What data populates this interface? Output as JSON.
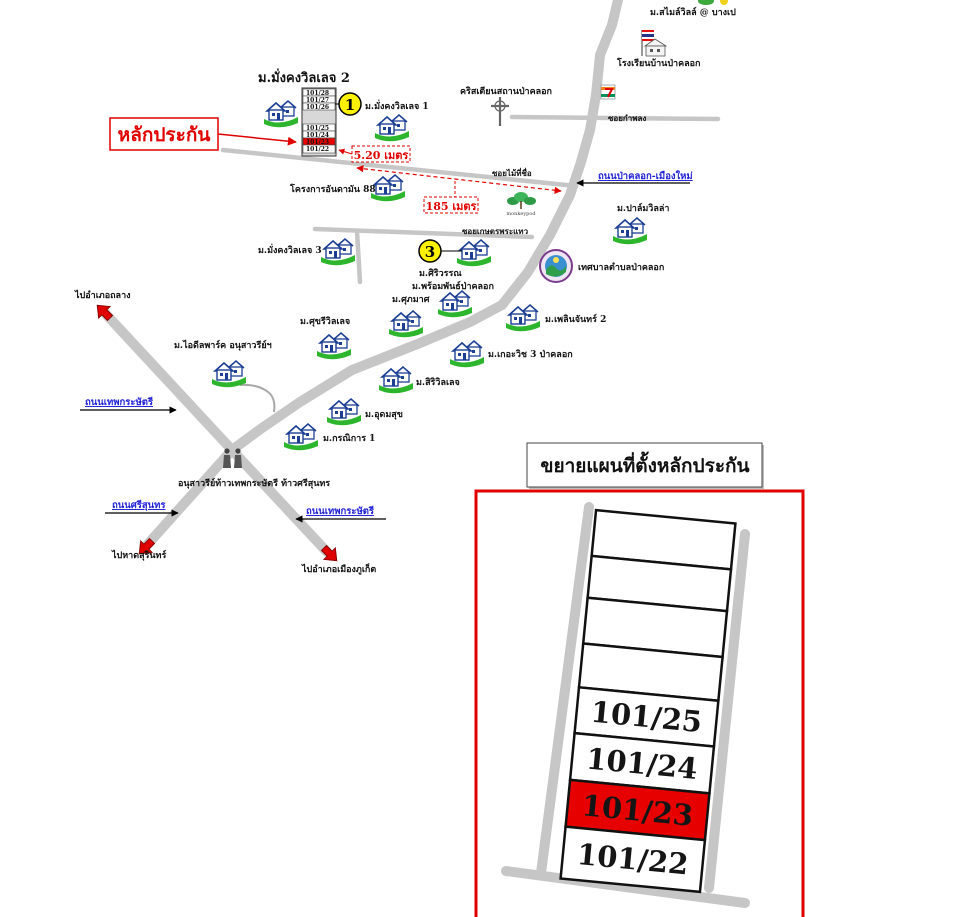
{
  "places": {
    "smile_ville": "ม.สไมล์วิลล์ @ บางเป",
    "school": "โรงเรียนบ้านป่าคลอก",
    "church": "คริสเตียนสถานป่าคลอก",
    "mungkong_2": "ม.มั่งคงวิลเลจ 2",
    "mungkong_1": "ม.มั่งคงวิลเลจ 1",
    "andaman_88": "โครงการอันดามัน 88",
    "palm_villa": "ม.ปาล์มวิลล่า",
    "mungkong_3": "ม.มั่งคงวิลเลจ 3",
    "siriwan": "ม.ศิริวรรณ",
    "promphan": "ม.พร้อมพันธ์ป่าคลอก",
    "municipality": "เทศบาลตำบลป่าคลอก",
    "suphamat": "ม.ศุภมาศ",
    "ploenchan_2": "ม.เพลินจันทร์ 2",
    "sukree_village": "ม.ศุขรีวิลเลจ",
    "kowich_3": "ม.เกอะวิช 3 ป่าคลอก",
    "ideal_park": "ม.ไอดีลพาร์ค อนุสาวรีย์ฯ",
    "siri_village": "ม.สิริวิลเลจ",
    "udomsuk": "ม.อุดมสุข",
    "kornnika_1": "ม.กรณิการ 1",
    "monument": "อนุสาวรีย์ท้าวเทพกระษัตรี ท้าวศรีสุนทร",
    "logo_text": "monkeypod"
  },
  "roads": {
    "soi_kamphon": "ซอยกำพลง",
    "soi_mai": "ซอยไม้ที่ชื่อ",
    "soi_kaset": "ซอยเกษตรพระแทว",
    "pa_khlok_mueang_mai": "ถนนป่าคลอก-เมืองใหม่",
    "thep_krasattri_west": "ถนนเทพกระษัตรี",
    "si_sunthon": "ถนนศรีสุนทร",
    "thep_krasattri_south": "ถนนเทพกระษัตรี"
  },
  "directions": {
    "thalang": "ไปอำเภอถลาง",
    "surin_beach": "ไปหาดสุรินทร์",
    "mueang_phuket": "ไปอำเภอเมืองภูเก็ต"
  },
  "collateral": {
    "label": "หลักประกัน",
    "frontage": "5.20 เมตร",
    "distance": "185 เมตร",
    "markers": [
      "1",
      "3"
    ],
    "lots_small": [
      "101/28",
      "101/27",
      "101/26",
      "101/25",
      "101/24",
      "101/23",
      "101/22"
    ],
    "highlighted_lot": "101/23"
  },
  "inset": {
    "title": "ขยายแผนที่ตั้งหลักประกัน",
    "lots": [
      "101/25",
      "101/24",
      "101/23",
      "101/22"
    ]
  },
  "icons": [
    "house-icon",
    "school-icon",
    "seven-eleven-icon",
    "cross-icon",
    "tree-logo-icon",
    "municipality-seal-icon",
    "monument-icon",
    "red-direction-arrow-icon",
    "number-marker-icon"
  ],
  "colors": {
    "road": "#c6c6c6",
    "highlight": "#e60000",
    "collateral_red": "#e00000",
    "marker_yellow": "#fff200",
    "road_label_blue": "#1f1fd6",
    "house_green": "#2db52d",
    "house_outline": "#1c3f94"
  }
}
